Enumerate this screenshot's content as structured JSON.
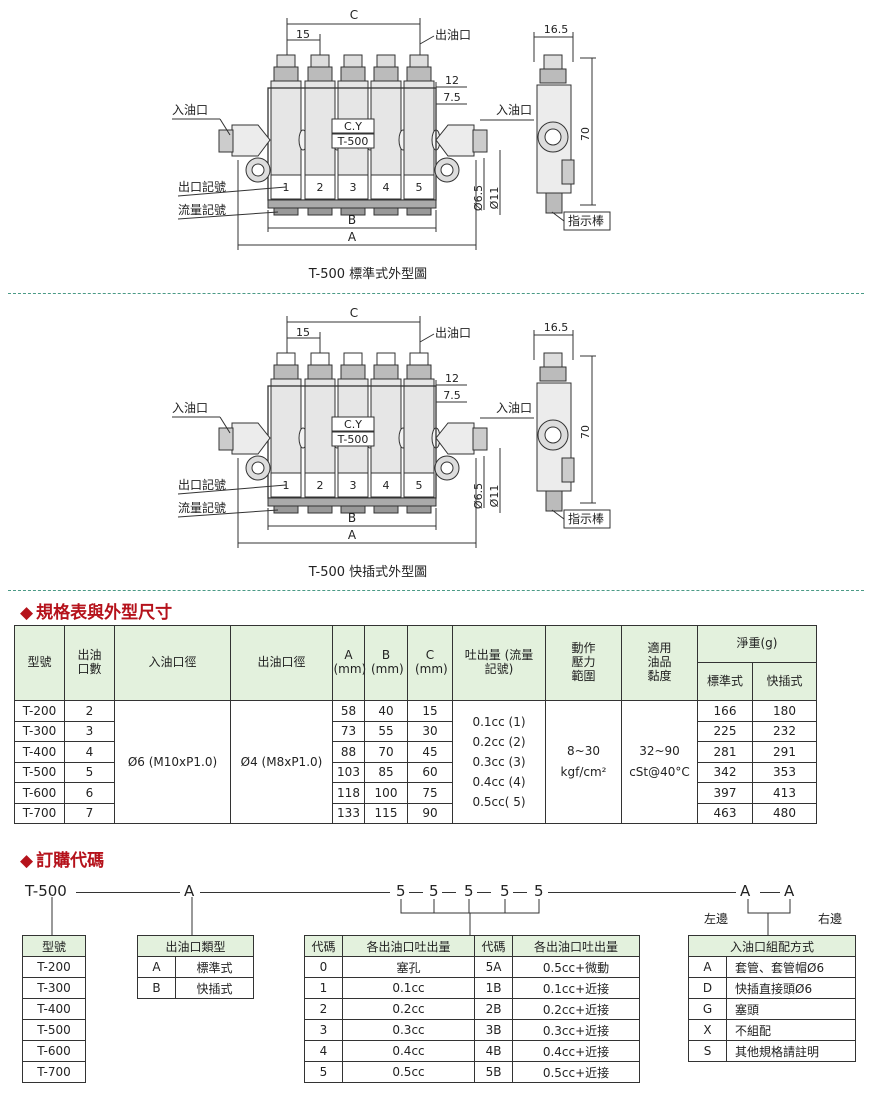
{
  "drawings": [
    {
      "caption": "T-500 標準式外型圖",
      "dims": {
        "c": "C",
        "fifteen": "15",
        "twelve": "12",
        "seven5": "7.5",
        "b": "B",
        "a": "A",
        "d65": "Ø6.5",
        "d11": "Ø11",
        "w165": "16.5",
        "h70": "70"
      },
      "labels": {
        "outlet": "出油口",
        "inlet_left": "入油口",
        "inlet_right": "入油口",
        "outlet_no": "出口記號",
        "flow_no": "流量記號",
        "indicator": "指示棒",
        "brand": "C.Y",
        "model": "T-500"
      },
      "ports": [
        "1",
        "2",
        "3",
        "4",
        "5"
      ]
    },
    {
      "caption": "T-500 快插式外型圖",
      "dims": {
        "c": "C",
        "fifteen": "15",
        "twelve": "12",
        "seven5": "7.5",
        "b": "B",
        "a": "A",
        "d65": "Ø6.5",
        "d11": "Ø11",
        "w165": "16.5",
        "h70": "70"
      },
      "labels": {
        "outlet": "出油口",
        "inlet_left": "入油口",
        "inlet_right": "入油口",
        "outlet_no": "出口記號",
        "flow_no": "流量記號",
        "indicator": "指示棒",
        "brand": "C.Y",
        "model": "T-500"
      },
      "ports": [
        "1",
        "2",
        "3",
        "4",
        "5"
      ]
    }
  ],
  "spec_section": {
    "title": "規格表與外型尺寸",
    "headers": {
      "model": "型號",
      "outlets": "出油口數",
      "inlet": "入油口徑",
      "outlet": "出油口徑",
      "a": "A (mm)",
      "b": "B (mm)",
      "c": "C (mm)",
      "discharge": "吐出量 (流量記號)",
      "pressure": "動作壓力範圍",
      "viscosity": "適用油品黏度",
      "weight": "淨重(g)",
      "std": "標準式",
      "quick": "快插式"
    },
    "rows": [
      {
        "model": "T-200",
        "n": "2",
        "a": "58",
        "b": "40",
        "c": "15",
        "std": "166",
        "quick": "180"
      },
      {
        "model": "T-300",
        "n": "3",
        "a": "73",
        "b": "55",
        "c": "30",
        "std": "225",
        "quick": "232"
      },
      {
        "model": "T-400",
        "n": "4",
        "a": "88",
        "b": "70",
        "c": "45",
        "std": "281",
        "quick": "291"
      },
      {
        "model": "T-500",
        "n": "5",
        "a": "103",
        "b": "85",
        "c": "60",
        "std": "342",
        "quick": "353"
      },
      {
        "model": "T-600",
        "n": "6",
        "a": "118",
        "b": "100",
        "c": "75",
        "std": "397",
        "quick": "413"
      },
      {
        "model": "T-700",
        "n": "7",
        "a": "133",
        "b": "115",
        "c": "90",
        "std": "463",
        "quick": "480"
      }
    ],
    "inlet_value": "Ø6 (M10xP1.0)",
    "outlet_value": "Ø4 (M8xP1.0)",
    "discharge_values": [
      "0.1cc (1)",
      "0.2cc (2)",
      "0.3cc (3)",
      "0.4cc (4)",
      "0.5cc( 5)"
    ],
    "pressure_value": [
      "8~30",
      "kgf/cm²"
    ],
    "viscosity_value": [
      "32~90",
      "cSt@40°C"
    ]
  },
  "order_section": {
    "title": "訂購代碼",
    "code": {
      "model": "T-500",
      "type": "A",
      "flows": [
        "5",
        "5",
        "5",
        "5",
        "5"
      ],
      "inlet_left": "A",
      "inlet_right": "A",
      "left_label": "左邊",
      "right_label": "右邊"
    },
    "model_table": {
      "header": "型號",
      "rows": [
        "T-200",
        "T-300",
        "T-400",
        "T-500",
        "T-600",
        "T-700"
      ]
    },
    "type_table": {
      "header": "出油口類型",
      "rows": [
        [
          "A",
          "標準式"
        ],
        [
          "B",
          "快插式"
        ]
      ]
    },
    "flow_table": {
      "headers": [
        "代碼",
        "各出油口吐出量",
        "代碼",
        "各出油口吐出量"
      ],
      "rows": [
        [
          "0",
          "塞孔",
          "5A",
          "0.5cc+微動"
        ],
        [
          "1",
          "0.1cc",
          "1B",
          "0.1cc+近接"
        ],
        [
          "2",
          "0.2cc",
          "2B",
          "0.2cc+近接"
        ],
        [
          "3",
          "0.3cc",
          "3B",
          "0.3cc+近接"
        ],
        [
          "4",
          "0.4cc",
          "4B",
          "0.4cc+近接"
        ],
        [
          "5",
          "0.5cc",
          "5B",
          "0.5cc+近接"
        ]
      ]
    },
    "inlet_table": {
      "header": "入油口組配方式",
      "rows": [
        [
          "A",
          "套管、套管帽Ø6"
        ],
        [
          "D",
          "快插直接頭Ø6"
        ],
        [
          "G",
          "塞頭"
        ],
        [
          "X",
          "不組配"
        ],
        [
          "S",
          "其他規格請註明"
        ]
      ]
    }
  }
}
